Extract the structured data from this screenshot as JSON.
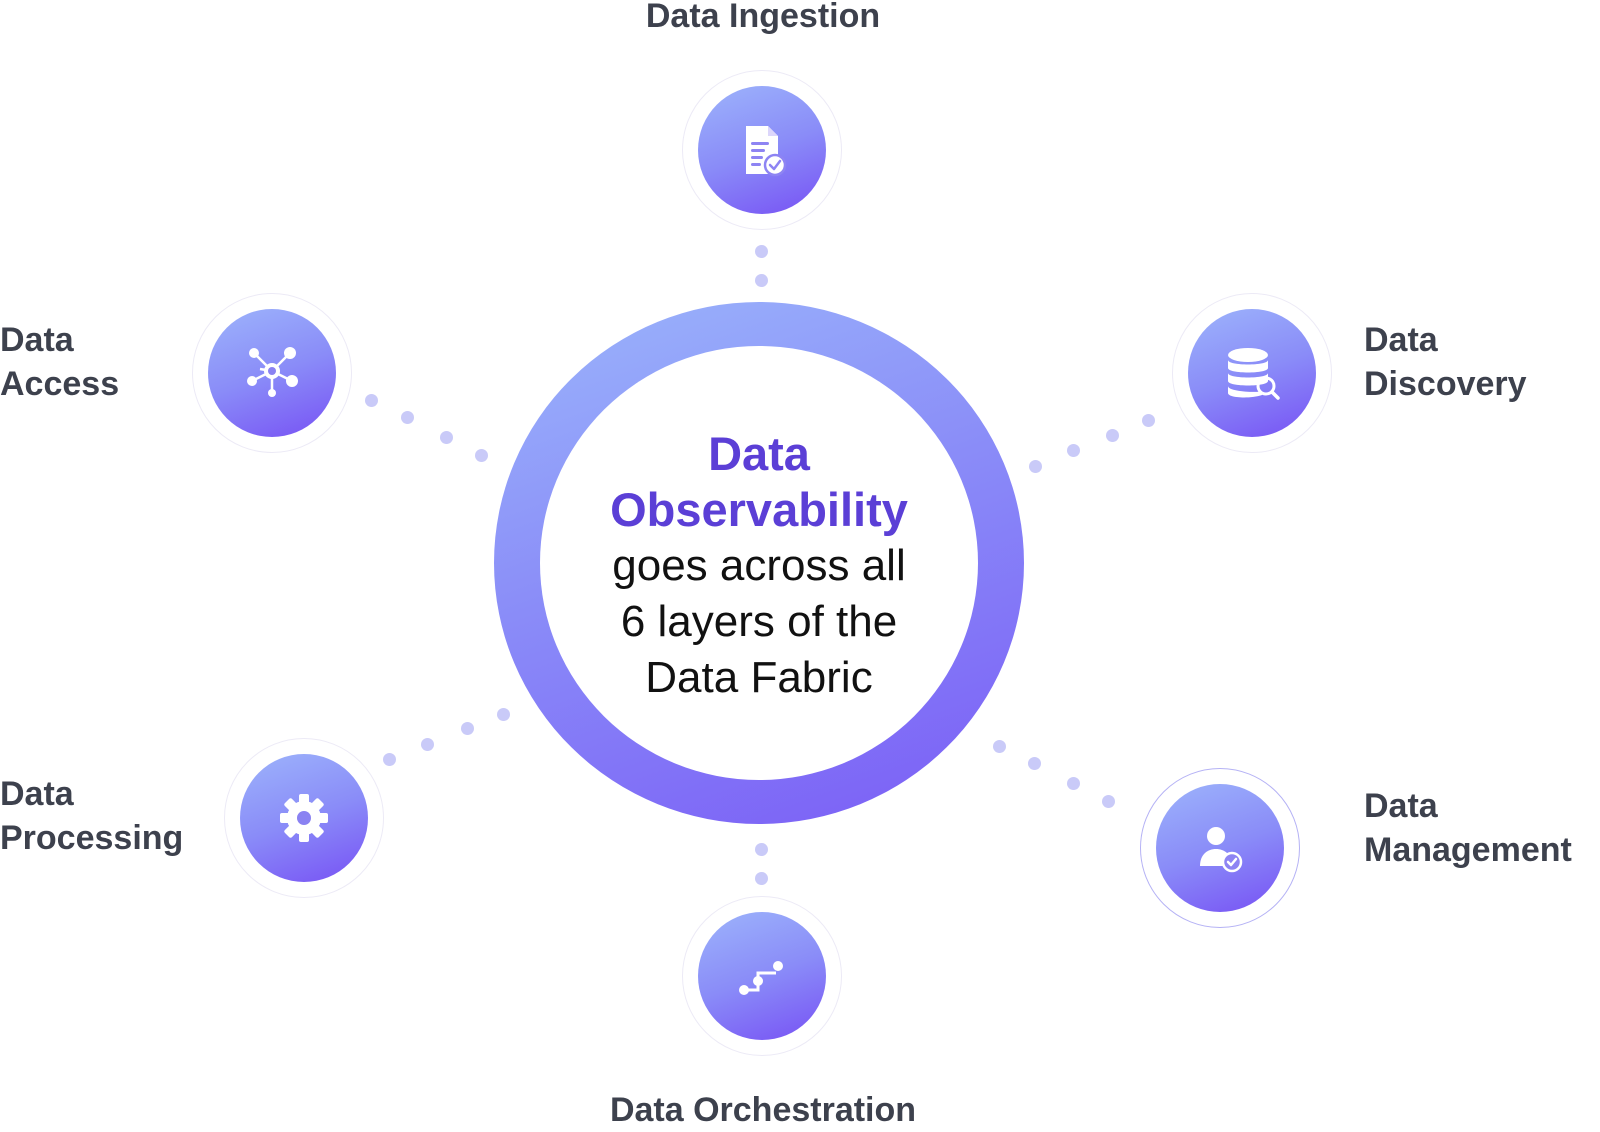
{
  "hub": {
    "title_line1": "Data",
    "title_line2": "Observability",
    "subtitle_line1": "goes across all",
    "subtitle_line2": "6 layers of the",
    "subtitle_line3": "Data Fabric"
  },
  "layers": [
    {
      "id": "ingestion",
      "label": "Data Ingestion",
      "icon": "document-check-icon"
    },
    {
      "id": "discovery",
      "label_line1": "Data",
      "label_line2": "Discovery",
      "icon": "database-search-icon"
    },
    {
      "id": "management",
      "label_line1": "Data",
      "label_line2": "Management",
      "icon": "user-check-icon"
    },
    {
      "id": "orchestration",
      "label": "Data Orchestration",
      "icon": "workflow-steps-icon"
    },
    {
      "id": "processing",
      "label_line1": "Data",
      "label_line2": "Processing",
      "icon": "gear-icon"
    },
    {
      "id": "access",
      "label_line1": "Data",
      "label_line2": "Access",
      "icon": "network-hub-icon"
    }
  ],
  "colors": {
    "hub_title": "#5b3fd6",
    "label_text": "#3d414d",
    "gradient_start": "#9bb6fb",
    "gradient_end": "#7751f4",
    "connector_dot": "#c9caf8"
  }
}
